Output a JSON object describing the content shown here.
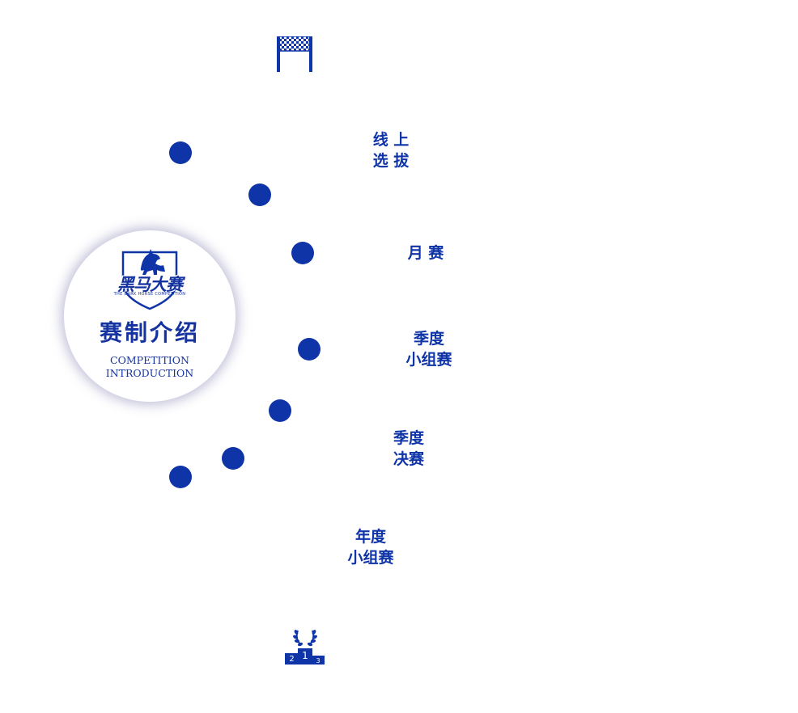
{
  "hub": {
    "title": "赛制介绍",
    "subtitle_line1": "COMPETITION",
    "subtitle_line2": "INTRODUCTION",
    "logo_text": "黑马大赛",
    "logo_tagline": "THE DARK HORSE COMPETITION"
  },
  "stages": [
    {
      "line1": "线 上",
      "line2": "选 拔"
    },
    {
      "line1": "月 赛",
      "line2": ""
    },
    {
      "line1": "季度",
      "line2": "小组赛"
    },
    {
      "line1": "季度",
      "line2": "决赛"
    },
    {
      "line1": "年度",
      "line2": "小组赛"
    }
  ],
  "podium": {
    "first": "1",
    "second": "2",
    "third": "3"
  },
  "icons": {
    "start": "start-gate-icon",
    "finish": "podium-trophy-icon"
  },
  "colors": {
    "accent": "#0e34a8",
    "ring": "#a9a7c7"
  }
}
